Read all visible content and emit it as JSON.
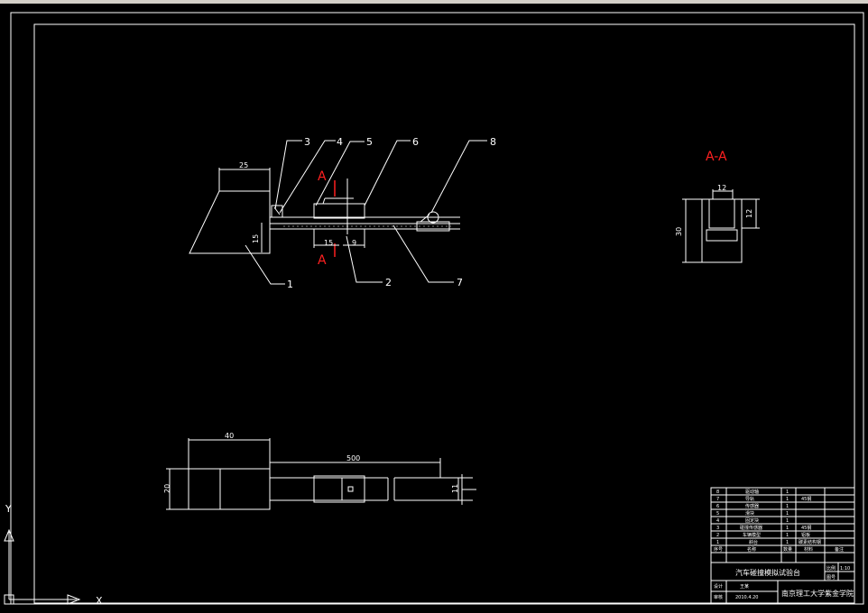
{
  "toolbar_strip": "",
  "part_labels": [
    "1",
    "2",
    "3",
    "4",
    "5",
    "6",
    "7",
    "8"
  ],
  "section_marks": {
    "top": "A",
    "bottom": "A",
    "view_title": "A-A"
  },
  "dims": {
    "d25": "25",
    "d15_v": "15",
    "d15_h": "15",
    "d9": "9",
    "d12_top": "12",
    "d12_side": "12",
    "d30": "30",
    "d40": "40",
    "d500": "500",
    "d20": "20",
    "d11": "11"
  },
  "title_block": {
    "rows": [
      {
        "no": "8",
        "name": "驱动轴",
        "qty": "1",
        "mat": ""
      },
      {
        "no": "7",
        "name": "导轨",
        "qty": "1",
        "mat": "45钢"
      },
      {
        "no": "6",
        "name": "传感器",
        "qty": "1",
        "mat": ""
      },
      {
        "no": "5",
        "name": "滑块",
        "qty": "1",
        "mat": ""
      },
      {
        "no": "4",
        "name": "固定块",
        "qty": "1",
        "mat": ""
      },
      {
        "no": "3",
        "name": "碰撞传感器",
        "qty": "1",
        "mat": "45钢"
      },
      {
        "no": "2",
        "name": "车辆模型",
        "qty": "1",
        "mat": "铝板"
      },
      {
        "no": "1",
        "name": "斜台",
        "qty": "1",
        "mat": "碳素结构钢"
      }
    ],
    "header": {
      "no": "序号",
      "name": "名称",
      "qty": "数量",
      "mat": "材料",
      "note": "备注"
    },
    "drawing_title": "汽车碰撞模拟试验台",
    "school": "南京理工大学紫金学院",
    "label_design": "设计",
    "label_check": "审核",
    "designer": "王某",
    "date": "2010.4.20",
    "scale_label": "比例",
    "scale_value": "1:10",
    "sheet_label": "图号"
  },
  "ucs": {
    "x_label": "X",
    "y_label": "Y"
  }
}
